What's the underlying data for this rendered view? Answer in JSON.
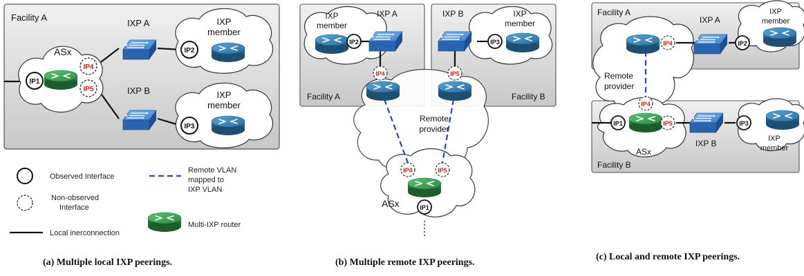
{
  "labels": {
    "facility_a": "Facility A",
    "facility_b": "Facility B",
    "ixp_a": "IXP A",
    "ixp_b": "IXP B",
    "ixp": "IXP",
    "member": "member",
    "asx": "ASx",
    "remote": "Remote",
    "provider": "provider"
  },
  "interfaces": {
    "ip1": "IP1",
    "ip2": "IP2",
    "ip3": "IP3",
    "ip4": "IP4",
    "ip5": "IP5"
  },
  "legend": {
    "observed": "Observed Interface",
    "non_observed_1": "Non-observed",
    "non_observed_2": "Interface",
    "local": "Local inerconnection",
    "remote_vlan_1": "Remote VLAN",
    "remote_vlan_2": "mapped to",
    "remote_vlan_3": "IXP VLAN",
    "multi_ixp": "Multi-IXP router"
  },
  "captions": {
    "a": "(a) Multiple local IXP peerings.",
    "b": "(b) Multiple remote IXP peerings.",
    "c": "(c) Local and remote IXP peerings."
  },
  "colors": {
    "facility_fill": "#d8d8d8",
    "router_blue": "#2f78ad",
    "router_green": "#2e8b45",
    "switch_blue": "#2d6fbf",
    "vlan_dash": "#2a3fc9",
    "ip_red": "#d42020"
  },
  "icons": [
    "router-icon",
    "multi-ixp-router-icon",
    "ixp-switch-icon",
    "cloud-icon"
  ]
}
